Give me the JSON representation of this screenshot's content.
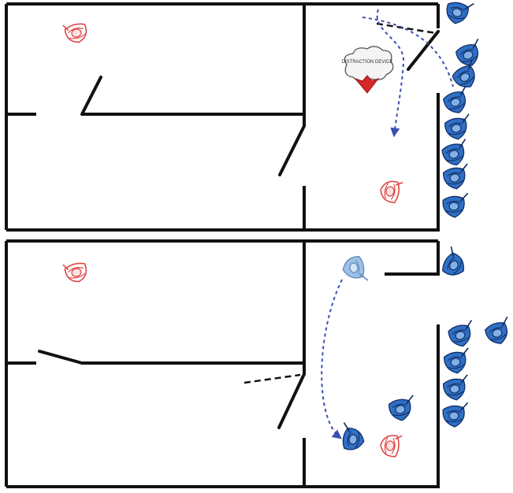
{
  "colors": {
    "wall": "#111111",
    "officer": "#2f6fc4",
    "officer_faded": "#9cc0e6",
    "suspect": "#e04848",
    "path": "#3a4fb0",
    "explosion": "#d62828"
  },
  "panels": [
    {
      "name": "top-panel",
      "icons": [
        "suspect-icon",
        "suspect-icon",
        "officer-icon",
        "explosion-icon"
      ],
      "callout": "DISTRACTION DEVICE"
    },
    {
      "name": "bottom-panel",
      "icons": [
        "suspect-icon",
        "suspect-icon",
        "officer-icon"
      ]
    }
  ]
}
